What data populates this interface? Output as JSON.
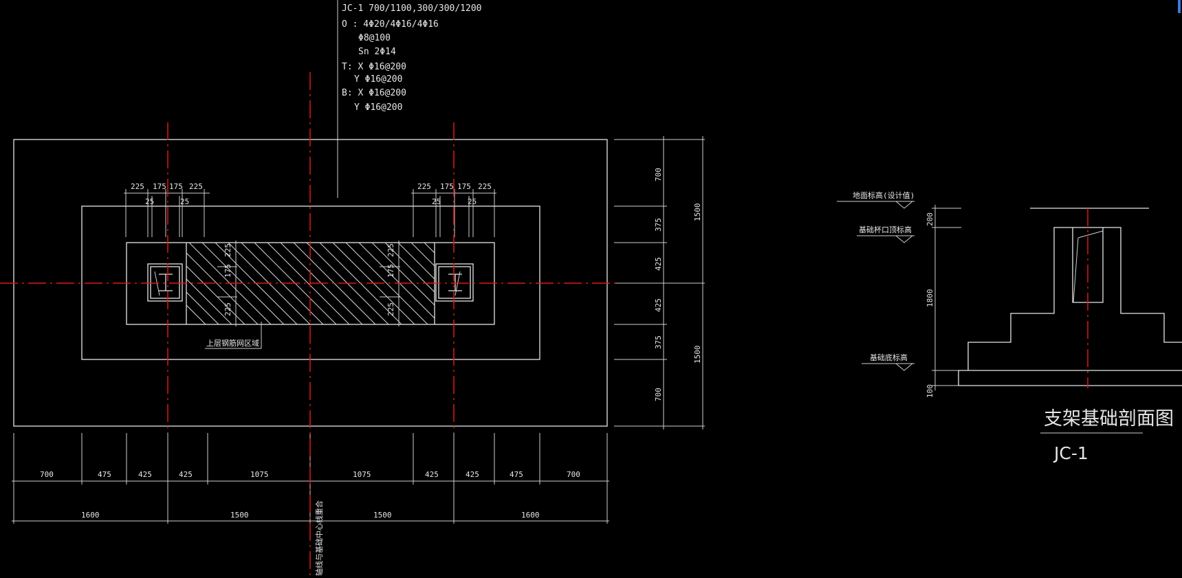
{
  "annotation": {
    "lines": [
      "JC-1   700/1100,300/300/1200",
      "O : 4Φ20/4Φ16/4Φ16",
      "Φ8@100",
      "Sn 2Φ14",
      "T: X Φ16@200",
      "Y Φ16@200",
      "B: X Φ16@200",
      "Y Φ16@200"
    ]
  },
  "plan": {
    "top_dims_left": [
      "225",
      "175",
      "175",
      "225"
    ],
    "top_dims_right": [
      "225",
      "175",
      "175",
      "225"
    ],
    "small_dim": "25",
    "right_dims": [
      "700",
      "375",
      "425",
      "425",
      "375",
      "700"
    ],
    "right_total": [
      "1500",
      "1500"
    ],
    "bottom_dims_row1": [
      "700",
      "475",
      "425",
      "425",
      "1075",
      "1075",
      "425",
      "425",
      "475",
      "700"
    ],
    "bottom_dims_row2": [
      "1600",
      "1500",
      "1500",
      "1600"
    ],
    "inner_vertical_dims": [
      "225",
      "175",
      "225"
    ],
    "hatch_label": "上层钢筋网区域",
    "axis_label": "轴线与基础中心线重合"
  },
  "section": {
    "label_ground": "地面标高(设计值)",
    "label_cup": "基础杯口顶标高",
    "label_bottom": "基础底标高",
    "dims": [
      "200",
      "1800",
      "100"
    ],
    "title": "支架基础剖面图",
    "subtitle": "JC-1"
  },
  "colors": {
    "background": "#000000",
    "lines": "#e8e8e8",
    "axis": "#e01818"
  }
}
